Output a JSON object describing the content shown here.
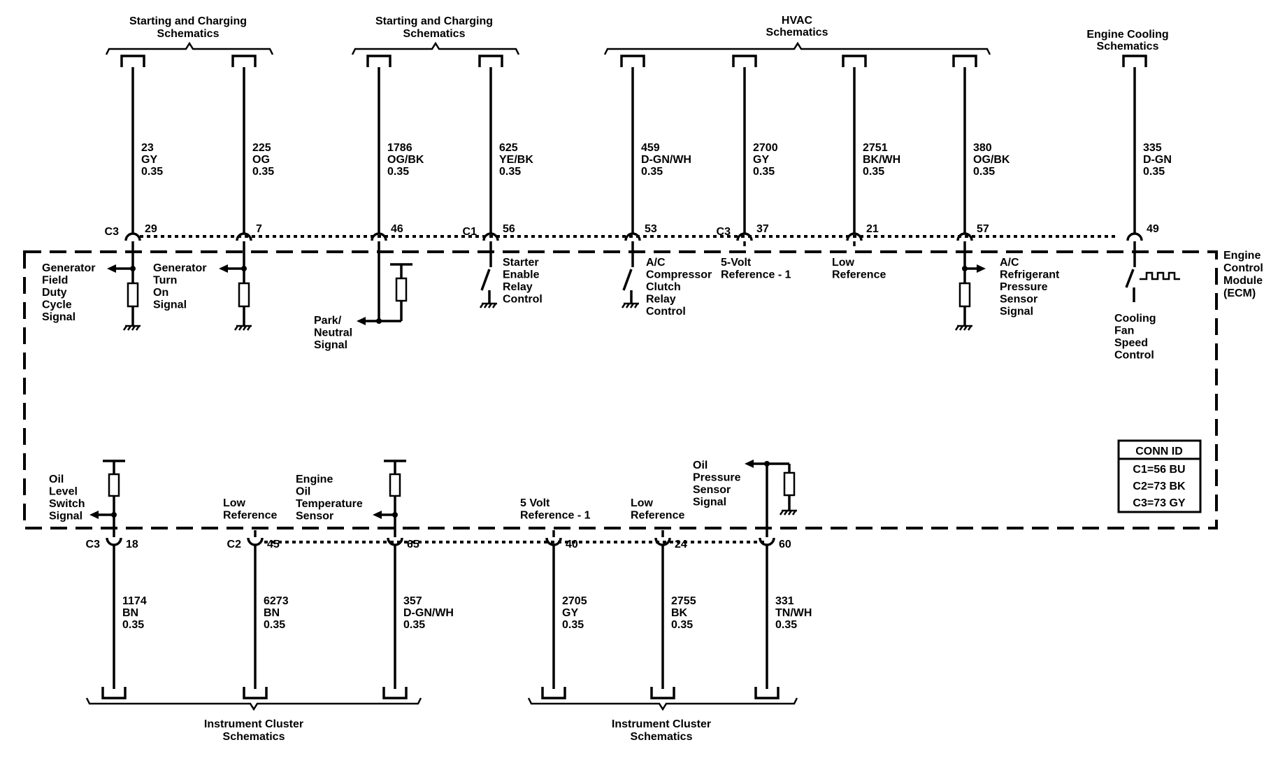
{
  "references": {
    "top_start_charge_1": "Starting and Charging Schematics",
    "top_start_charge_2": "Starting and Charging Schematics",
    "top_hvac": "HVAC Schematics",
    "top_engine_cooling": "Engine Cooling Schematics",
    "bottom_instrument_1": "Instrument Cluster Schematics",
    "bottom_instrument_2": "Instrument Cluster Schematics"
  },
  "module": {
    "name_line1": "Engine",
    "name_line2": "Control",
    "name_line3": "Module",
    "name_line4": "(ECM)"
  },
  "conn_id": {
    "title": "CONN ID",
    "rows": [
      "C1=56 BU",
      "C2=73 BK",
      "C3=73 GY"
    ]
  },
  "top_wires": [
    {
      "circuit": "23",
      "color": "GY",
      "size": "0.35",
      "connector": "C3",
      "pin": "29",
      "label": [
        "Generator",
        "Field",
        "Duty",
        "Cycle",
        "Signal"
      ]
    },
    {
      "circuit": "225",
      "color": "OG",
      "size": "0.35",
      "connector": "",
      "pin": "7",
      "label": [
        "Generator",
        "Turn",
        "On",
        "Signal"
      ]
    },
    {
      "circuit": "1786",
      "color": "OG/BK",
      "size": "0.35",
      "connector": "",
      "pin": "46",
      "label": [
        "Park/",
        "Neutral",
        "Signal"
      ]
    },
    {
      "circuit": "625",
      "color": "YE/BK",
      "size": "0.35",
      "connector": "C1",
      "pin": "56",
      "label": [
        "Starter",
        "Enable",
        "Relay",
        "Control"
      ]
    },
    {
      "circuit": "459",
      "color": "D-GN/WH",
      "size": "0.35",
      "connector": "",
      "pin": "53",
      "label": [
        "A/C",
        "Compressor",
        "Clutch",
        "Relay",
        "Control"
      ]
    },
    {
      "circuit": "2700",
      "color": "GY",
      "size": "0.35",
      "connector": "C3",
      "pin": "37",
      "label": [
        "5-Volt",
        "Reference - 1"
      ]
    },
    {
      "circuit": "2751",
      "color": "BK/WH",
      "size": "0.35",
      "connector": "",
      "pin": "21",
      "label": [
        "Low",
        "Reference"
      ]
    },
    {
      "circuit": "380",
      "color": "OG/BK",
      "size": "0.35",
      "connector": "",
      "pin": "57",
      "label": [
        "A/C",
        "Refrigerant",
        "Pressure",
        "Sensor",
        "Signal"
      ]
    },
    {
      "circuit": "335",
      "color": "D-GN",
      "size": "0.35",
      "connector": "",
      "pin": "49",
      "label": [
        "Cooling",
        "Fan",
        "Speed",
        "Control"
      ]
    }
  ],
  "bottom_wires": [
    {
      "circuit": "1174",
      "color": "BN",
      "size": "0.35",
      "connector": "C3",
      "pin": "18",
      "label": [
        "Oil",
        "Level",
        "Switch",
        "Signal"
      ]
    },
    {
      "circuit": "6273",
      "color": "BN",
      "size": "0.35",
      "connector": "C2",
      "pin": "45",
      "label": [
        "Low",
        "Reference"
      ]
    },
    {
      "circuit": "357",
      "color": "D-GN/WH",
      "size": "0.35",
      "connector": "",
      "pin": "65",
      "label": [
        "Engine",
        "Oil",
        "Temperature",
        "Sensor"
      ]
    },
    {
      "circuit": "2705",
      "color": "GY",
      "size": "0.35",
      "connector": "",
      "pin": "40",
      "label": [
        "5 Volt",
        "Reference - 1"
      ]
    },
    {
      "circuit": "2755",
      "color": "BK",
      "size": "0.35",
      "connector": "",
      "pin": "24",
      "label": [
        "Low",
        "Reference"
      ]
    },
    {
      "circuit": "331",
      "color": "TN/WH",
      "size": "0.35",
      "connector": "",
      "pin": "60",
      "label": [
        "Oil",
        "Pressure",
        "Sensor",
        "Signal"
      ]
    }
  ]
}
